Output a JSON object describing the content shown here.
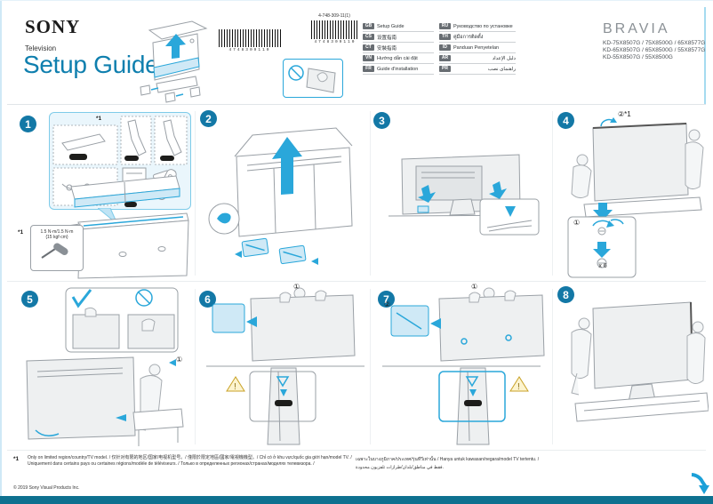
{
  "header": {
    "brand": "SONY",
    "product_type": "Television",
    "title": "Setup Guide",
    "part_number": "4-748-309-11(1)",
    "barcode_digits": "4748309110"
  },
  "bravia": {
    "logo": "BRAVIA",
    "models": [
      "KD-75X8507G / 75X8500G / 65X8577G",
      "KD-65X8507G / 65X8500G / 55X8577G",
      "KD-55X8507G / 55X8500G"
    ]
  },
  "languages": [
    {
      "code": "GB",
      "label": "Setup Guide"
    },
    {
      "code": "CS",
      "label": "设置指南"
    },
    {
      "code": "CT",
      "label": "安裝指南"
    },
    {
      "code": "VN",
      "label": "Hướng dẫn cài đặt"
    },
    {
      "code": "FR",
      "label": "Guide d'installation"
    },
    {
      "code": "RU",
      "label": "Руководство по установке"
    },
    {
      "code": "TH",
      "label": "คู่มือการติดตั้ง"
    },
    {
      "code": "ID",
      "label": "Panduan Penyetelan"
    },
    {
      "code": "AR",
      "label": "دليل الإعداد"
    },
    {
      "code": "PR",
      "label": "راهنمای نصب"
    }
  ],
  "steps": [
    "1",
    "2",
    "3",
    "4",
    "5",
    "6",
    "7",
    "8"
  ],
  "marks": {
    "footnote1": "*1",
    "circle1": "①",
    "circle2": "②",
    "screw_annotation": "②*1",
    "screw_count": "x 6",
    "torque_line1": "1.5 N·m/1.5 N·m",
    "torque_line2": "{15 kgf·cm}",
    "exclaim": "!"
  },
  "footnotes": {
    "mark": "*1",
    "left": "Only on limited region/country/TV model. / 仅针对有限的地区/国家/电视机型号。/ 僅限於限定地區/國家/電視機機型。/ Chỉ có ở khu vực/quốc gia giới hạn/model TV. / Uniquement dans certains pays ou certaines régions/modèle de téléviseurs. / Только в определенных регионах/странах/моделях телевизора. /",
    "right_line1": "เฉพาะในบางภูมิภาค/ประเทศ/รุ่นทีวีเท่านั้น / Hanya untuk kawasan/negara/model TV tertentu. /",
    "right_line2": "فقط في مناطق/بلدان/طرازات تلفزيون محدودة.",
    "copyright": "© 2019 Sony Visual Products Inc."
  }
}
